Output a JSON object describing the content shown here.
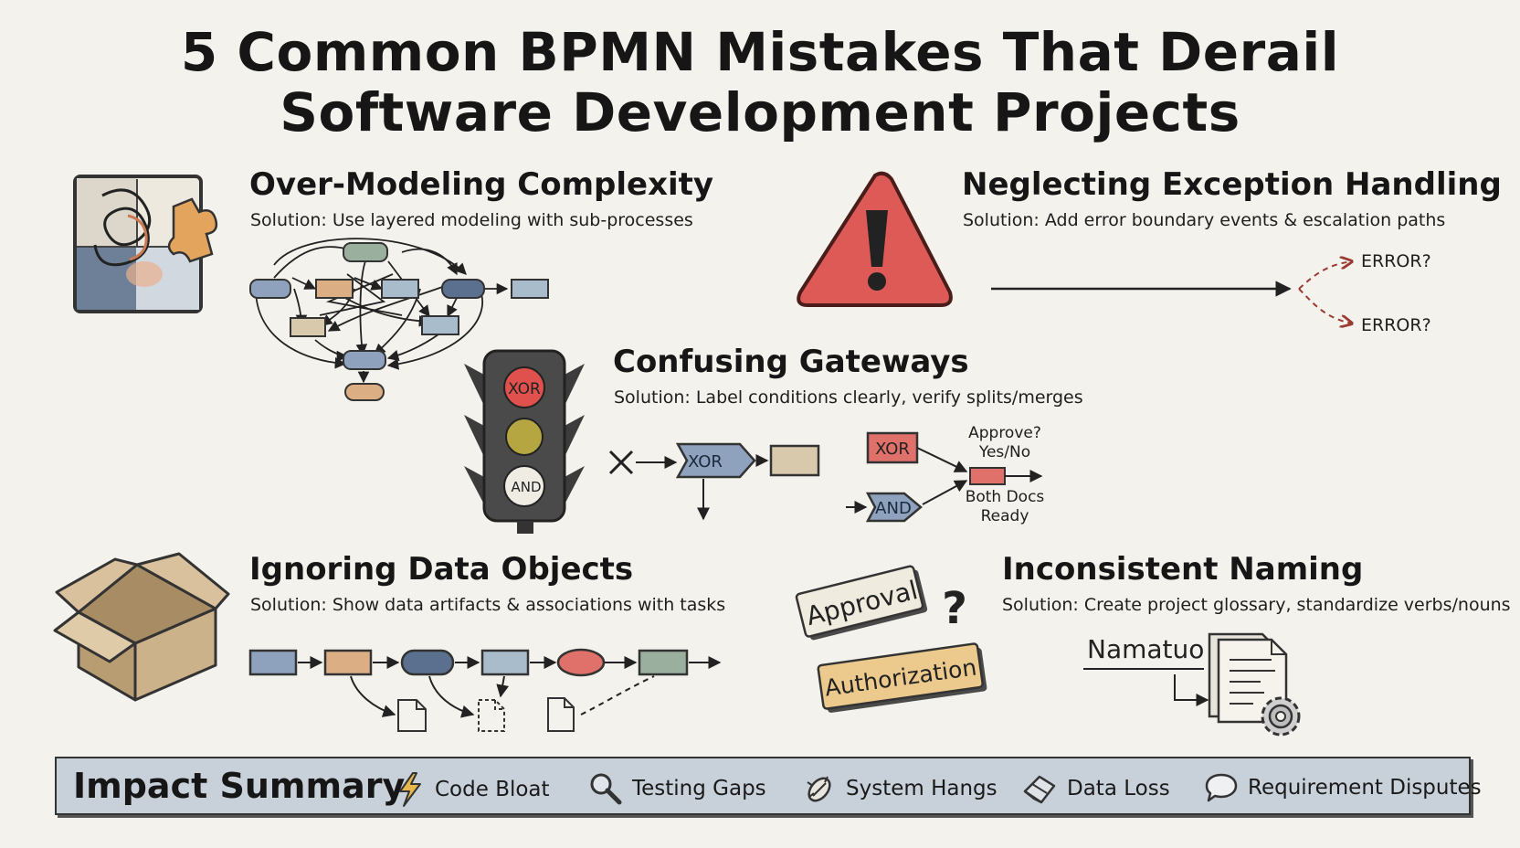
{
  "title": {
    "line1": "5 Common BPMN Mistakes That Derail",
    "line2": "Software Development Projects"
  },
  "sections": {
    "over_modeling": {
      "heading": "Over-Modeling Complexity",
      "solution": "Solution: Use layered modeling with sub-processes",
      "icon": "puzzle-icon"
    },
    "exception": {
      "heading": "Neglecting Exception Handling",
      "solution": "Solution: Add error boundary events & escalation paths",
      "error_label_1": "ERROR?",
      "error_label_2": "ERROR?",
      "icon": "warning-triangle-icon"
    },
    "gateways": {
      "heading": "Confusing Gateways",
      "solution": "Solution: Label conditions clearly, verify splits/merges",
      "light_top": "XOR",
      "light_bottom": "AND",
      "gateway_left": "XOR",
      "gateway_xor_box": "XOR",
      "gateway_and": "AND",
      "condition_top_1": "Approve?",
      "condition_top_2": "Yes/No",
      "condition_bottom_1": "Both Docs",
      "condition_bottom_2": "Ready",
      "icon": "traffic-light-icon"
    },
    "data_objects": {
      "heading": "Ignoring Data Objects",
      "solution": "Solution: Show data artifacts & associations with tasks",
      "icon": "box-icon"
    },
    "naming": {
      "heading": "Inconsistent Naming",
      "solution": "Solution: Create project glossary, standardize verbs/nouns",
      "tag_1": "Approval",
      "tag_2": "Authorization",
      "question": "?",
      "glossary_word": "Namatuo",
      "icon": "glossary-document-icon"
    }
  },
  "impact": {
    "title": "Impact Summary",
    "items": [
      {
        "label": "Code Bloat",
        "icon": "lightning-icon"
      },
      {
        "label": "Testing Gaps",
        "icon": "magnifier-icon"
      },
      {
        "label": "System Hangs",
        "icon": "bug-icon"
      },
      {
        "label": "Data Loss",
        "icon": "eraser-icon"
      },
      {
        "label": "Requirement Disputes",
        "icon": "speech-bubble-icon"
      }
    ]
  },
  "colors": {
    "blue": "#8ea2bd",
    "orange": "#dcae84",
    "green": "#9aaf9e",
    "red": "#e0706a",
    "tan": "#d9c9ac",
    "navy": "#5b6f8f",
    "background": "#f4f2ec"
  }
}
